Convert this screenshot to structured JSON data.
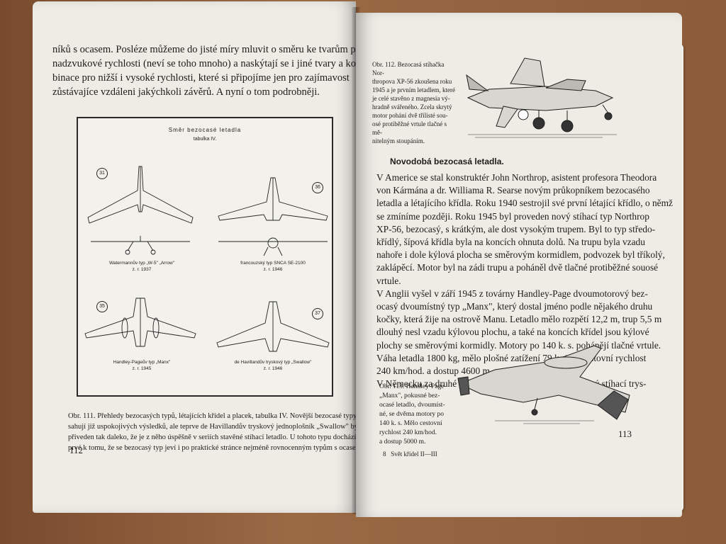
{
  "left_page": {
    "body_lines": [
      "níků s ocasem. Posléze můžeme do jisté míry mluvit o směru ke tvarům pro",
      "nadzvukové rychlosti (neví se toho mnoho) a naskýtají se i jiné tvary a kom-",
      "binace pro nižší i vysoké rychlosti, které si připojíme jen pro zajímavost",
      "zůstávajíce vzdáleni jakýchkoli závěrů. A nyní o tom podrobněji."
    ],
    "figure": {
      "title": "Směr bezocasé letadla",
      "subtitle": "tabulka IV.",
      "planes": [
        {
          "number": "31",
          "caption_line1": "Watermannův typ „W-5\" „Arrow\"",
          "caption_line2": "z. r. 1937"
        },
        {
          "number": "36",
          "caption_line1": "francouzský typ SNCA SE-2100",
          "caption_line2": "z. r. 1946"
        },
        {
          "number": "35",
          "caption_line1": "Handley-Pageův typ „Manx\"",
          "caption_line2": "z. r. 1945"
        },
        {
          "number": "37",
          "caption_line1": "de Havillandův tryskový typ „Swallow\"",
          "caption_line2": "z. r. 1946"
        }
      ]
    },
    "caption_lines": [
      "Obr. 111. Přehledy bezocasých typů, létajících křídel a placek, tabulka IV. Novější bezocasé typy do-",
      "sahují již uspokojivých výsledků, ale teprve de Havillandův tryskový jednoplošník „Swallow\" byl",
      "přiveden tak daleko, že je z něho úspěšně v seriích stavěné stíhací letadlo. U tohoto typu dochází po",
      "prvé k tomu, že se bezocasý typ jeví i po praktické stránce nejméně rovnocenným typům s ocasem."
    ],
    "page_number": "112"
  },
  "right_page": {
    "caption_112_lines": [
      "Obr. 112. Bezocasá stíhačka Nor-",
      "thropova XP-56 zkoušena roku",
      "1945 a je prvním letadlem, které",
      "je celé stavěno z magnesia vý-",
      "hradně svářeného. Zcela skrytý",
      "motor pohání dvě třílisté sou-",
      "osé protiběžné vrtule tlačné s mě-",
      "nitelným stoupáním."
    ],
    "heading": "Novodobá bezocasá letadla.",
    "body_lines": [
      "V Americe se stal konstruktér John Northrop, asistent profesora Theodora",
      "von Kármána a dr. Williama R. Searse novým průkopníkem bezocasého",
      "letadla a létajícího křídla. Roku 1940 sestrojil své první létající křídlo, o němž",
      "se zmíníme později. Roku 1945 byl proveden nový stíhací typ Northrop",
      "XP-56, bezocasý, s krátkým, ale dost vysokým trupem. Byl to typ středo-",
      "křídlý, šípová křídla byla na koncích ohnuta dolů. Na trupu byla vzadu",
      "nahoře i dole kýlová plocha se směrovým kormidlem, podvozek byl tříkolý,",
      "zaklápěcí. Motor byl na zádi trupu a poháněl dvě tlačné protiběžné souosé",
      "vrtule.",
      "V Anglii vyšel v září 1945 z továrny Handley-Page dvoumotorový bez-",
      "ocasý dvoumístný typ „Manx\", který dostal jméno podle nějakého druhu",
      "kočky, která žije na ostrově Manu. Letadlo mělo rozpětí 12,2 m, trup 5,5 m",
      "dlouhý nesl vzadu kýlovou plochu, a také na koncích křídel jsou kýlové",
      "plochy se směrovými kormidly. Motory po 140 k. s. pohánějí tlačné vrtule.",
      "Váha letadla 1800 kg, mělo plošné zatížení 79 kg/m², cestovní rychlost",
      "240 km/hod. a dostup 4600 m.",
      "V Německu za druhé světové války byl postaven bezocasý stíhací trys-"
    ],
    "caption_113_lines": [
      "Obr. 113. Handley-Page",
      "„Manx\", pokusné bez-",
      "ocasé letadlo, dvoumíst-",
      "né, se dvěma motory po",
      "140 k. s. Mělo cestovní",
      "rychlost 240 km/hod.",
      "a dostup 5000 m."
    ],
    "page_number": "113",
    "footer": "8   Svět křídel II—III"
  }
}
